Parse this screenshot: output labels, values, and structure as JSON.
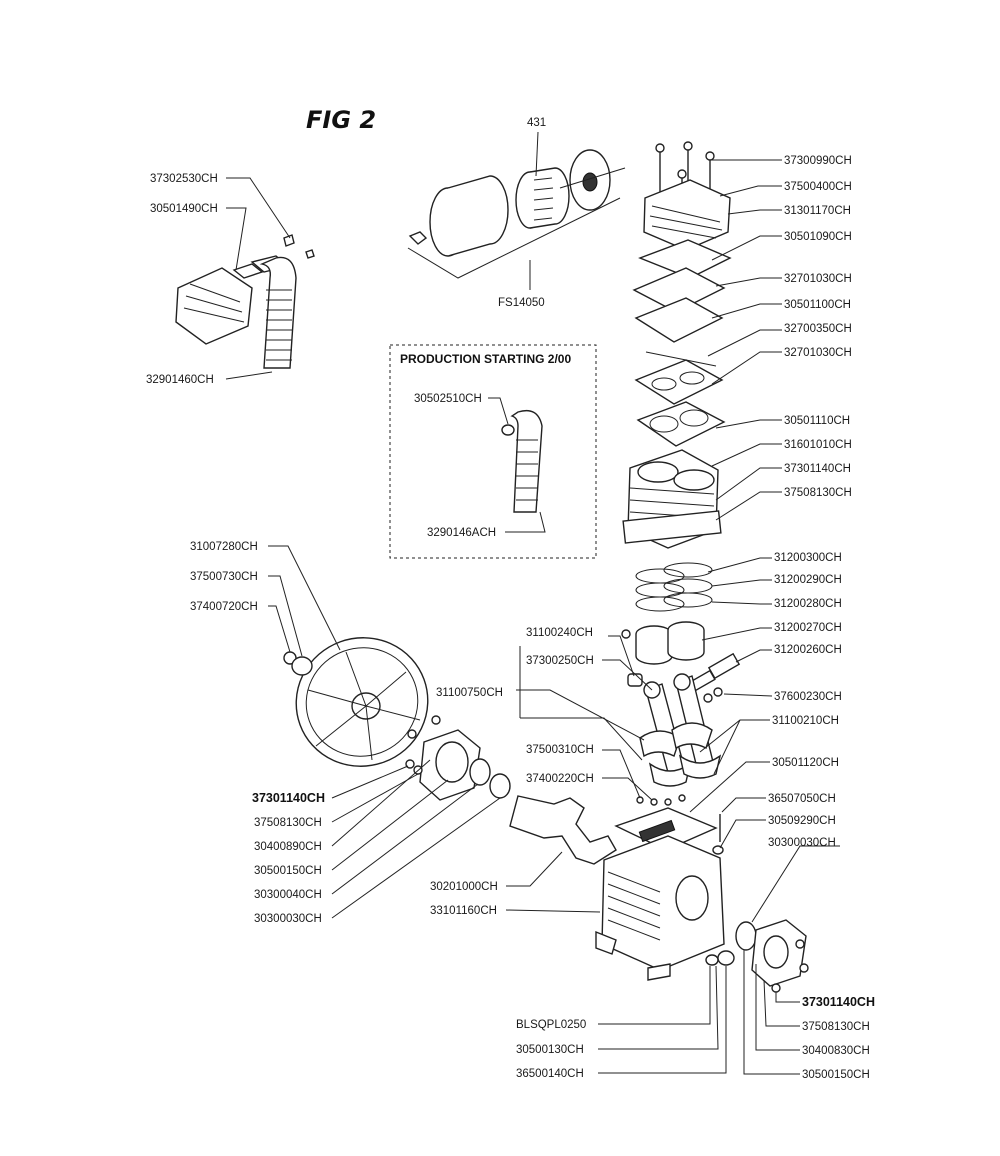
{
  "figure": {
    "title": "FIG 2",
    "production_box_title": "PRODUCTION STARTING 2/00"
  },
  "labels": {
    "p431": "431",
    "fs14050": "FS14050",
    "l37302530": "37302530CH",
    "l30501490": "30501490CH",
    "l32901460": "32901460CH",
    "l30502510": "30502510CH",
    "l3290146A": "3290146ACH",
    "l37300990": "37300990CH",
    "l37500400": "37500400CH",
    "l31301170": "31301170CH",
    "l30501090": "30501090CH",
    "l32701030a": "32701030CH",
    "l30501100": "30501100CH",
    "l32700350": "32700350CH",
    "l32701030b": "32701030CH",
    "l30501110": "30501110CH",
    "l31601010": "31601010CH",
    "l37301140r": "37301140CH",
    "l37508130r": "37508130CH",
    "l31200300": "31200300CH",
    "l31200290": "31200290CH",
    "l31200280": "31200280CH",
    "l31200270": "31200270CH",
    "l31200260": "31200260CH",
    "l37600230": "37600230CH",
    "l31100210": "31100210CH",
    "l30501120": "30501120CH",
    "l36507050": "36507050CH",
    "l30509290": "30509290CH",
    "l30300030r": "30300030CH",
    "l31007280": "31007280CH",
    "l37500730": "37500730CH",
    "l37400720": "37400720CH",
    "l31100240": "31100240CH",
    "l37300250": "37300250CH",
    "l31100750": "31100750CH",
    "l37500310": "37500310CH",
    "l37400220": "37400220CH",
    "l37301140l": "37301140CH",
    "l37508130l": "37508130CH",
    "l30400890": "30400890CH",
    "l30500150l": "30500150CH",
    "l30300040": "30300040CH",
    "l30300030l": "30300030CH",
    "l30201000": "30201000CH",
    "l33101160": "33101160CH",
    "lBLSQPL0250": "BLSQPL0250",
    "l30500130": "30500130CH",
    "l36500140": "36500140CH",
    "l37301140b": "37301140CH",
    "l37508130b": "37508130CH",
    "l30400830": "30400830CH",
    "l30500150b": "30500150CH"
  }
}
